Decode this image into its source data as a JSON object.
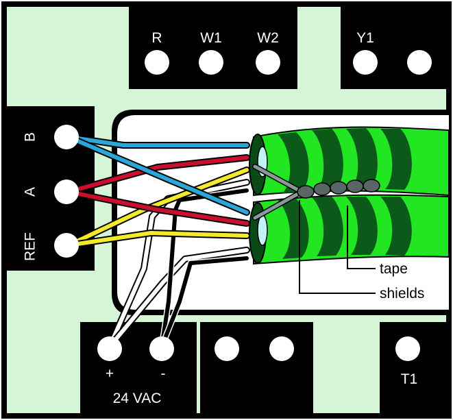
{
  "colors": {
    "board": "#d6f5d6",
    "block": "#000000",
    "terminal": "#ffffff",
    "wire_blue": "#2aa7d8",
    "wire_red": "#c8102e",
    "wire_yellow": "#f2ea2a",
    "wire_white": "#ffffff",
    "wire_black": "#000000",
    "cable_green": "#22e622",
    "tape_dark": "#0c5a1a",
    "shield": "#7a8a8a"
  },
  "top_terminals": {
    "r": "R",
    "w1": "W1",
    "w2": "W2",
    "y1": "Y1"
  },
  "left_terminals": {
    "b": "B",
    "a": "A",
    "ref": "REF"
  },
  "bottom_terminals": {
    "plus": "+",
    "minus": "-",
    "power": "24 VAC",
    "t1": "T1"
  },
  "callouts": {
    "tape": "tape",
    "shields": "shields"
  }
}
